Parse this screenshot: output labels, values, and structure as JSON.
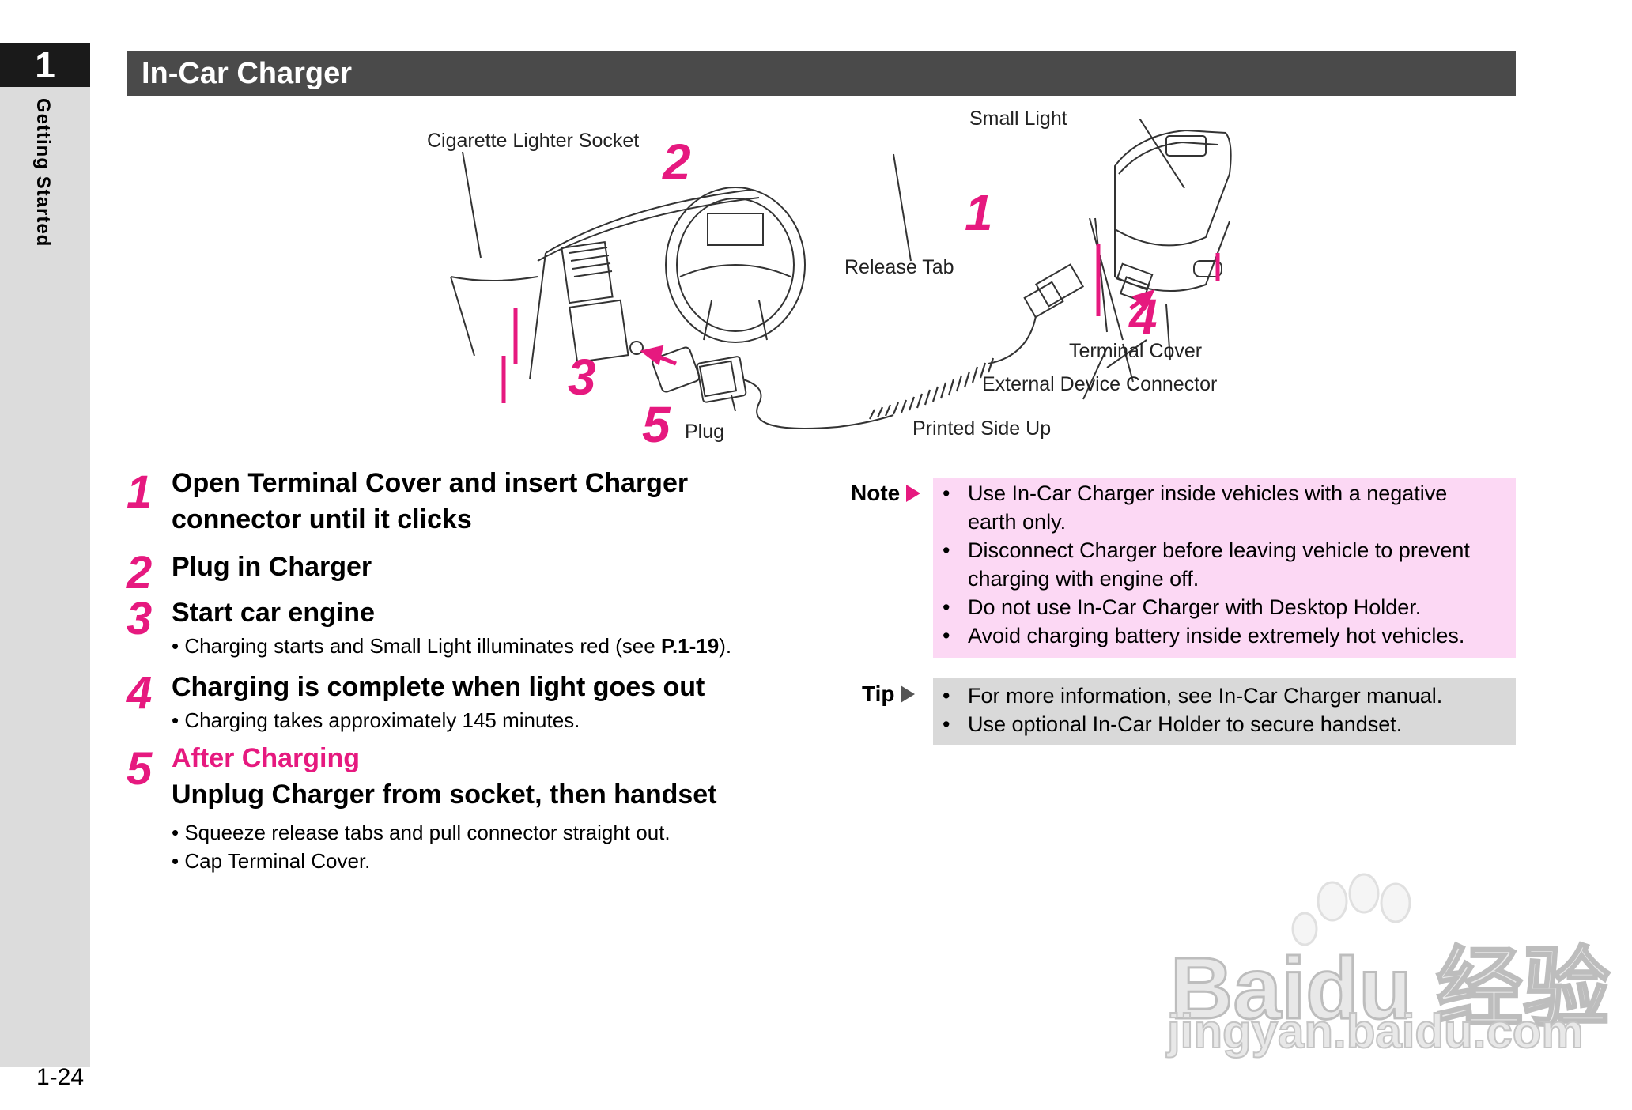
{
  "side": {
    "chapter_number": "1",
    "chapter_label": "Getting Started",
    "page_number": "1-24"
  },
  "title": "In-Car Charger",
  "diagram": {
    "labels": {
      "cigarette": "Cigarette Lighter Socket",
      "small_light": "Small Light",
      "release_tab": "Release Tab",
      "terminal_cover": "Terminal Cover",
      "external_connector": "External Device Connector",
      "printed_side": "Printed Side Up",
      "plug": "Plug"
    },
    "numbers": [
      "1",
      "2",
      "3",
      "4",
      "5"
    ]
  },
  "steps": [
    {
      "num": "1",
      "title_line1": "Open Terminal Cover and insert Charger",
      "title_line2": "connector until it clicks"
    },
    {
      "num": "2",
      "title": "Plug in Charger"
    },
    {
      "num": "3",
      "title": "Start car engine",
      "bullet_pre": "Charging starts and Small Light illuminates red (see ",
      "bullet_ref": "P.1-19",
      "bullet_post": ")."
    },
    {
      "num": "4",
      "title": "Charging is complete when light goes out",
      "bullet": "Charging takes approximately 145 minutes."
    },
    {
      "num": "5",
      "subtitle": "After Charging",
      "title": "Unplug Charger from socket, then handset",
      "bullets": [
        "Squeeze release tabs and pull connector straight out.",
        "Cap Terminal Cover."
      ]
    }
  ],
  "note": {
    "label": "Note",
    "items": [
      {
        "l1": "Use In-Car Charger inside vehicles with a negative",
        "l2": "earth only."
      },
      {
        "l1": "Disconnect Charger before leaving vehicle to prevent",
        "l2": "charging with engine off."
      },
      {
        "l1": "Do not use In-Car Charger with Desktop Holder."
      },
      {
        "l1": "Avoid charging battery inside extremely hot vehicles."
      }
    ]
  },
  "tip": {
    "label": "Tip",
    "items": [
      "For more information, see In-Car Charger manual.",
      "Use optional In-Car Holder to secure handset."
    ]
  },
  "watermark": {
    "line1": "Bai",
    "line1b": "du",
    "line1c": "经验",
    "line2": "jingyan.baidu.com"
  },
  "colors": {
    "accent": "#e6197f",
    "title_bar": "#4a4a4a",
    "note_bg": "#fcd8f4",
    "tip_bg": "#d9d9d9",
    "strip": "#dcdcdc"
  }
}
